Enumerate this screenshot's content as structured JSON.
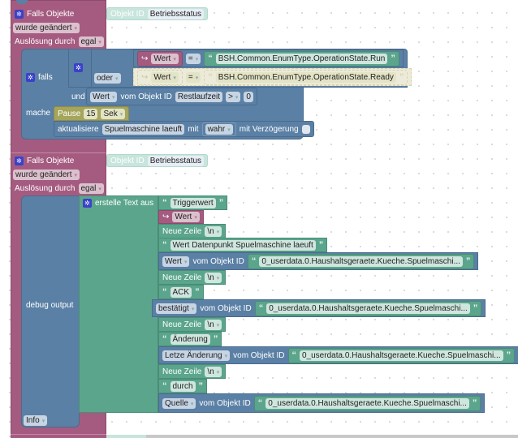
{
  "colors": {
    "event_block": "#a55b80",
    "logic_block": "#5b80a5",
    "text_block": "#5ba58c",
    "timeout_block": "#a5a55b",
    "gear_icon": "#3a42c9"
  },
  "block1": {
    "header": "Falls Objekte",
    "object_id_label": "Objekt ID",
    "object_id_value": "Betriebsstatus",
    "change_mode": "wurde geändert",
    "trigger_label": "Auslösung durch",
    "trigger_value": "egal",
    "if_label": "falls",
    "or_label": "oder",
    "and_label": "und",
    "cond1": {
      "var": "Wert",
      "op": "=",
      "text": "BSH.Common.EnumType.OperationState.Run"
    },
    "cond2": {
      "var": "Wert",
      "op": "=",
      "text": "BSH.Common.EnumType.OperationState.Ready"
    },
    "cond3": {
      "attr": "Wert",
      "from_label": "vom Objekt ID",
      "object": "Restlaufzeit",
      "op": ">",
      "value": "0"
    },
    "do_label": "mache",
    "pause": {
      "label": "Pause",
      "value": "15",
      "unit": "Sek"
    },
    "update": {
      "label": "aktualisiere",
      "object": "Spuelmaschine laeuft",
      "with_label": "mit",
      "value": "wahr",
      "delay_label": "mit Verzögerung"
    }
  },
  "block2": {
    "header": "Falls Objekte",
    "object_id_label": "Objekt ID",
    "object_id_value": "Betriebsstatus",
    "change_mode": "wurde geändert",
    "trigger_label": "Auslösung durch",
    "trigger_value": "egal",
    "debug_label": "debug output",
    "debug_level": "Info",
    "text_join_label": "erstelle Text aus",
    "from_label": "vom Objekt ID",
    "newline_label": "Neue Zeile",
    "newline_value": "\\n",
    "items": {
      "t1": "Triggerwert",
      "v1": "Wert",
      "t2": "Wert Datenpunkt Spuelmaschine laeuft",
      "a1": "Wert",
      "o1": "0_userdata.0.Haushaltsgeraete.Kueche.Spuelmaschi...",
      "t3": "ACK",
      "a2": "bestätigt",
      "o2": "0_userdata.0.Haushaltsgeraete.Kueche.Spuelmaschi...",
      "t4": "Änderung",
      "a3": "Letze Änderung",
      "o3": "0_userdata.0.Haushaltsgeraete.Kueche.Spuelmaschi...",
      "t5": "durch",
      "a4": "Quelle",
      "o4": "0_userdata.0.Haushaltsgeraete.Kueche.Spuelmaschi..."
    }
  }
}
